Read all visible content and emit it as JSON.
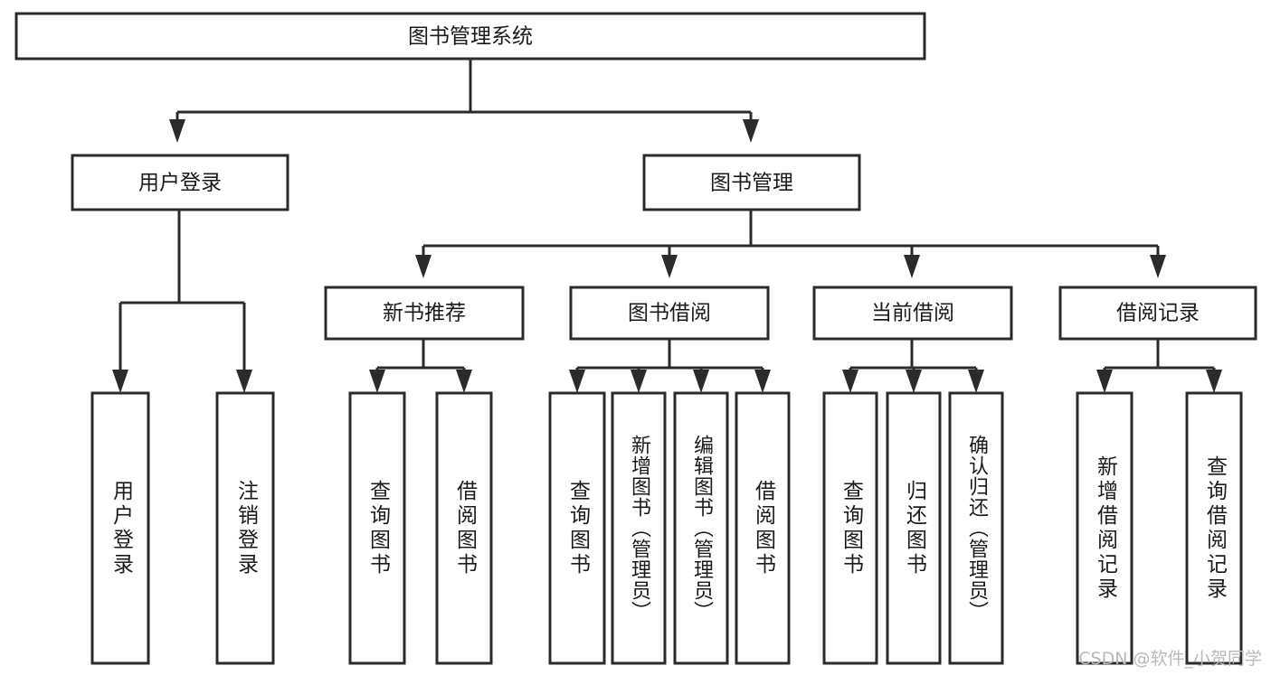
{
  "diagram": {
    "title": "图书管理系统",
    "type": "tree",
    "watermark": "CSDN @软件_小贺同学",
    "colors": {
      "stroke": "#2b2b2b",
      "fill": "#ffffff",
      "text": "#1a1a1a",
      "watermark": "#b9b9b9",
      "background": "#ffffff"
    },
    "root": {
      "label": "图书管理系统"
    },
    "level2": [
      {
        "label": "用户登录"
      },
      {
        "label": "图书管理"
      }
    ],
    "level3": [
      {
        "label": "新书推荐"
      },
      {
        "label": "图书借阅"
      },
      {
        "label": "当前借阅"
      },
      {
        "label": "借阅记录"
      }
    ],
    "leaves": {
      "user_login": [
        {
          "label": "用户登录"
        },
        {
          "label": "注销登录"
        }
      ],
      "new_book_recommend": [
        {
          "label": "查询图书"
        },
        {
          "label": "借阅图书"
        }
      ],
      "book_borrow": [
        {
          "label": "查询图书"
        },
        {
          "label": "新增图书（管理员）"
        },
        {
          "label": "编辑图书（管理员）"
        },
        {
          "label": "借阅图书"
        }
      ],
      "current_borrow": [
        {
          "label": "查询图书"
        },
        {
          "label": "归还图书"
        },
        {
          "label": "确认归还（管理员）"
        }
      ],
      "borrow_record": [
        {
          "label": "新增借阅记录"
        },
        {
          "label": "查询借阅记录"
        }
      ]
    }
  }
}
